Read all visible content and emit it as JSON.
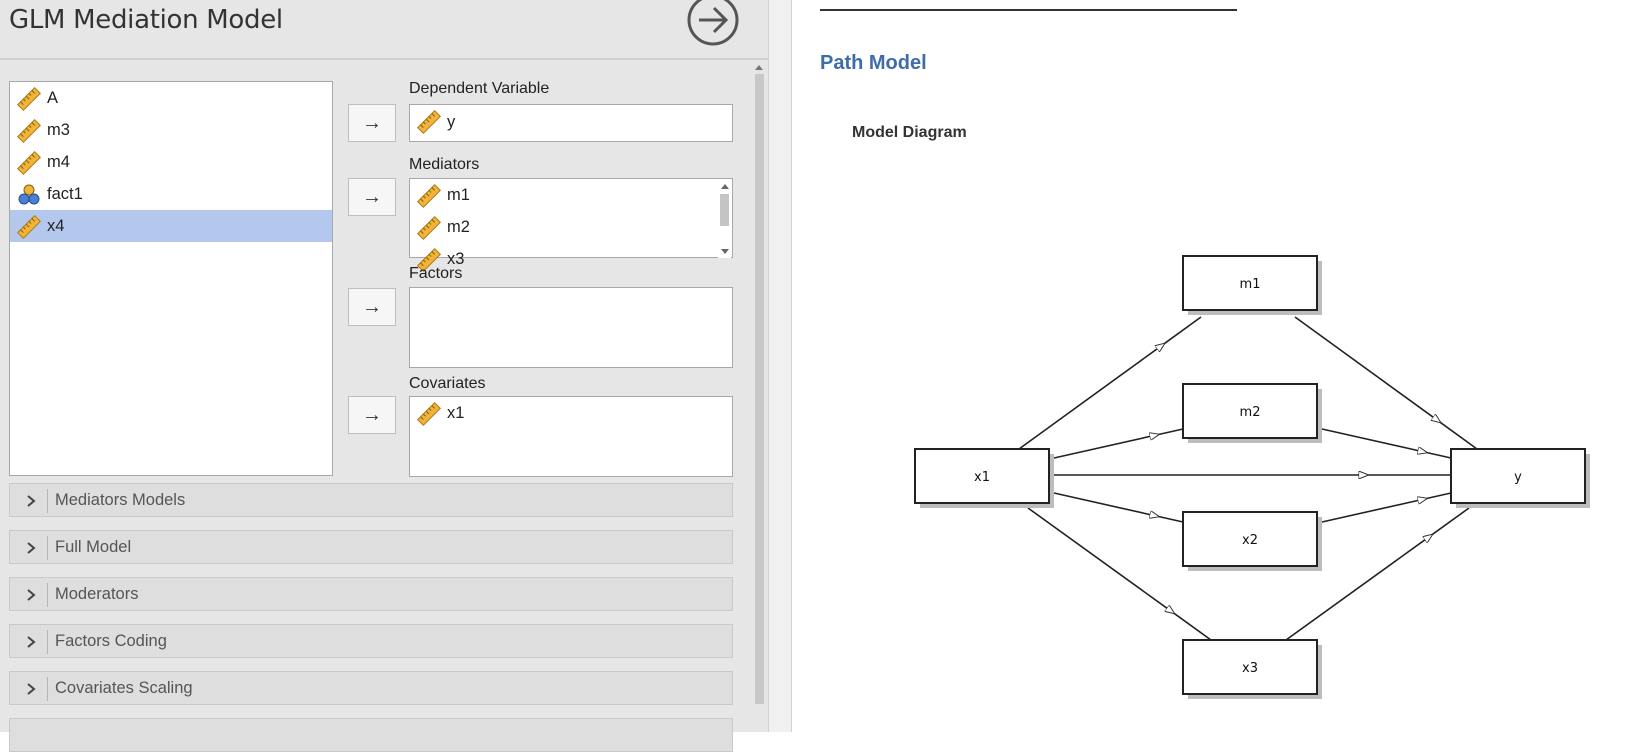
{
  "window": {
    "title": "GLM Mediation Model"
  },
  "source_variables": [
    {
      "name": "A",
      "type": "continuous"
    },
    {
      "name": "m3",
      "type": "continuous"
    },
    {
      "name": "m4",
      "type": "continuous"
    },
    {
      "name": "fact1",
      "type": "nominal"
    },
    {
      "name": "x4",
      "type": "continuous",
      "selected": true
    }
  ],
  "dependent": {
    "label": "Dependent Variable",
    "items": [
      "y"
    ]
  },
  "mediators": {
    "label": "Mediators",
    "items": [
      "m1",
      "m2",
      "x3"
    ]
  },
  "factors": {
    "label": "Factors",
    "items": []
  },
  "covariates": {
    "label": "Covariates",
    "items": [
      "x1"
    ]
  },
  "move_arrow": "→",
  "sections": [
    "Mediators Models",
    "Full Model",
    "Moderators",
    "Factors Coding",
    "Covariates Scaling"
  ],
  "results": {
    "title": "Path Model",
    "diagram_title": "Model Diagram",
    "nodes": {
      "m1": "m1",
      "m2": "m2",
      "x1": "x1",
      "y": "y",
      "x2": "x2",
      "x3": "x3"
    }
  },
  "colors": {
    "accent": "#3e6da8",
    "selected_row": "#b4c8ee",
    "ruler_icon": "#f0b43c",
    "nominal_icon": "#4a7fd4"
  },
  "icons": {
    "continuous": "ruler-icon",
    "nominal": "nominal-circles-icon",
    "run": "arrow-circle-right-icon",
    "section": "chevron-right-icon"
  }
}
